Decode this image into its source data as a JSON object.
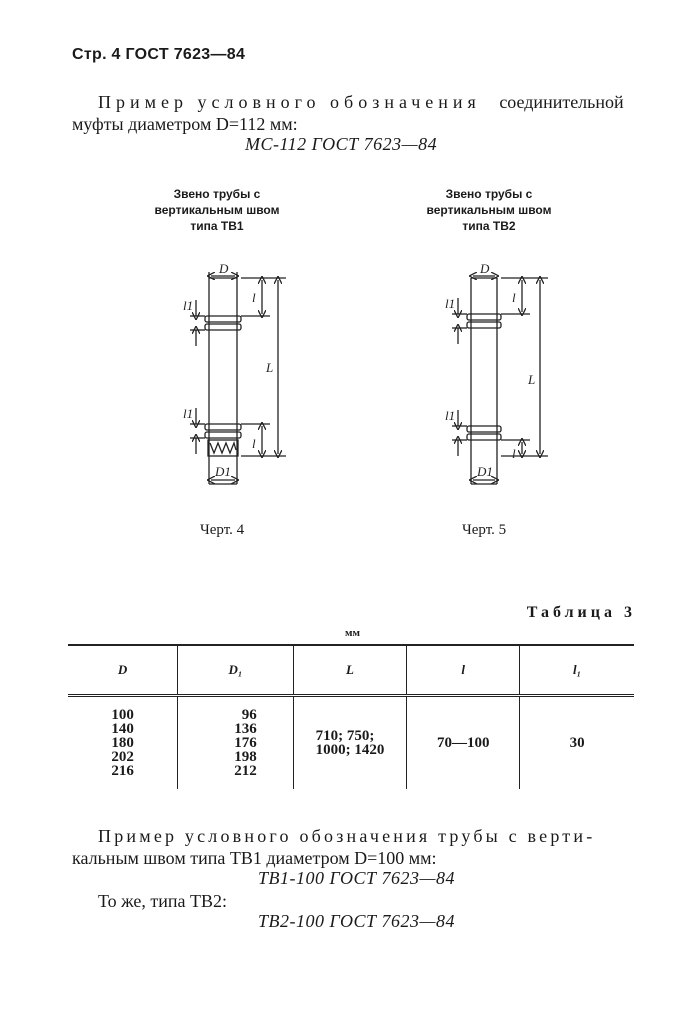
{
  "header": {
    "page": "Стр. 4",
    "standard": "ГОСТ 7623—84"
  },
  "example1": {
    "lead": "Пример условного обозначения",
    "word": "соединительной",
    "line2": "муфты диаметром D=112 мм:",
    "designation": "МС-112 ГОСТ 7623—84"
  },
  "figures": [
    {
      "caption": [
        "Звено трубы с",
        "вертикальным швом",
        "типа ТВ1"
      ],
      "label": "Черт. 4",
      "dims": {
        "top": "D",
        "bottom": "D1",
        "l1": "l1",
        "l": "l",
        "L": "L"
      }
    },
    {
      "caption": [
        "Звено трубы с",
        "вертикальным швом",
        "типа ТВ2"
      ],
      "label": "Черт. 5",
      "dims": {
        "top": "D",
        "bottom": "D1",
        "l1": "l1",
        "l": "l",
        "L": "L"
      }
    }
  ],
  "table": {
    "title": "Таблица 3",
    "unit": "мм",
    "headers": [
      "D",
      "D₁",
      "L",
      "l",
      "l₁"
    ],
    "col_D": [
      "100",
      "140",
      "180",
      "202",
      "216"
    ],
    "col_D1": [
      "96",
      "136",
      "176",
      "198",
      "212"
    ],
    "col_L": [
      "710; 750;",
      "1000; 1420"
    ],
    "col_l": "70—100",
    "col_l1": "30"
  },
  "example2": {
    "lead": "Пример условного обозначения трубы с верти-",
    "line2": "кальным швом типа ТВ1 диаметром D=100 мм:",
    "designation": "ТВ1-100 ГОСТ 7623—84"
  },
  "example3": {
    "text": "То же, типа ТВ2:",
    "designation": "ТВ2-100 ГОСТ 7623—84"
  }
}
